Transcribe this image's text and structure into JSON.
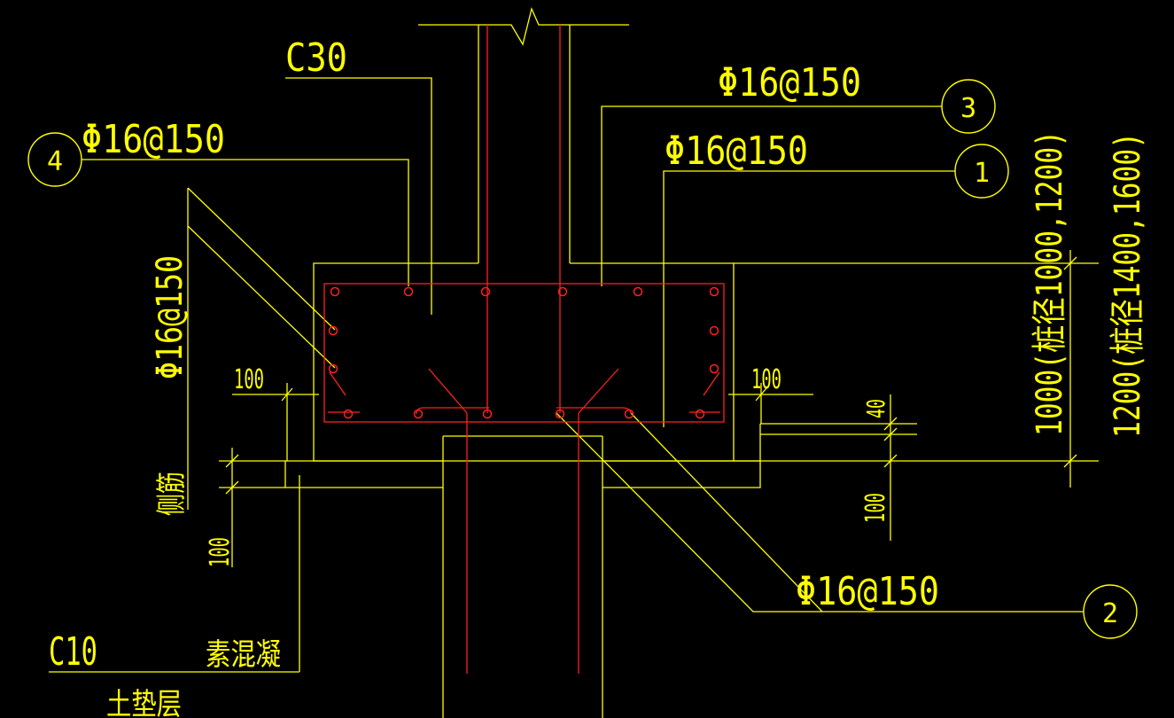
{
  "colors": {
    "background": "#000000",
    "lines": "#ffff00",
    "rebar": "#ff2020",
    "text": "#ffff00"
  },
  "labels": {
    "concrete_grade_top": "C30",
    "concrete_grade_bottom": "C10",
    "plain_concrete": "素混凝",
    "cushion_layer": "土垫层",
    "side_bars": "侧筋",
    "rebar_top": "Φ16@150",
    "rebar_4": "Φ16@150",
    "rebar_1": "Φ16@150",
    "rebar_side": "Φ16@150",
    "rebar_2": "Φ16@150"
  },
  "markers": {
    "m1": "1",
    "m2": "2",
    "m3": "3",
    "m4": "4"
  },
  "dimensions": {
    "cover_left": "100",
    "cover_right": "100",
    "cover_bottom_left": "100",
    "cover_bottom_right": "100",
    "offset_40": "40",
    "height_1": "1000(桩径1000,1200)",
    "height_2": "1200(桩径1400,1600)"
  }
}
